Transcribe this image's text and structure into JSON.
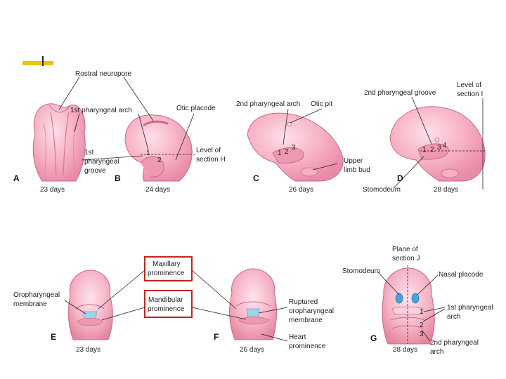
{
  "top_labels": {
    "rostral_neuropore": "Rostral neuropore",
    "first_pharyngeal_arch": "1st pharyngeal arch",
    "otic_placode": "Otic placode",
    "second_pharyngeal_arch": "2nd pharyngeal arch",
    "otic_pit": "Otic pit",
    "second_pharyngeal_groove": "2nd pharyngeal groove",
    "level_of_section_i": [
      "Level of",
      "section I"
    ],
    "first_pharyngeal_groove": [
      "1st",
      "pharyngeal",
      "groove"
    ],
    "level_of_section_h": [
      "Level of",
      "section H"
    ],
    "upper_limb_bud": [
      "Upper",
      "limb bud"
    ],
    "stomodeum": "Stomodeum"
  },
  "panels": {
    "A": {
      "letter": "A",
      "days": "23 days"
    },
    "B": {
      "letter": "B",
      "days": "24 days"
    },
    "C": {
      "letter": "C",
      "days": "26 days"
    },
    "D": {
      "letter": "D",
      "days": "28 days"
    },
    "E": {
      "letter": "E",
      "days": "23 days"
    },
    "F": {
      "letter": "F",
      "days": "26 days"
    },
    "G": {
      "letter": "G",
      "days": "28 days"
    }
  },
  "arch_numbers": {
    "B": [
      "1",
      "2"
    ],
    "C": [
      "1",
      "2",
      "3"
    ],
    "D": [
      "1",
      "2",
      "3",
      "4"
    ],
    "G": [
      "1",
      "2",
      "3"
    ]
  },
  "bottom_labels": {
    "maxillary_prominence": [
      "Maxillary",
      "prominence"
    ],
    "mandibular_prominence": [
      "Mandibular",
      "prominence"
    ],
    "oropharyngeal_membrane": [
      "Oropharyngeal",
      "membrane"
    ],
    "ruptured_oropharyngeal_membrane": [
      "Ruptured",
      "oropharyngeal",
      "membrane"
    ],
    "heart_prominence": [
      "Heart",
      "prominence"
    ],
    "plane_of_section_j": [
      "Plane of",
      "section J"
    ],
    "stomodeum": "Stomodeum",
    "nasal_placode": "Nasal placode",
    "first_pharyngeal_arch": [
      "1st pharyngeal",
      "arch"
    ],
    "second_pharyngeal_arch": [
      "2nd pharyngeal",
      "arch"
    ]
  },
  "colors": {
    "embryo_fill": "#f5a3b8",
    "embryo_light": "#fbd0dc",
    "embryo_stroke": "#c96a86",
    "highlight_box": "#cc1f1f",
    "accent_bar": "#f2c200",
    "membrane": "#9fd3e8",
    "placode": "#4aa3d6"
  }
}
